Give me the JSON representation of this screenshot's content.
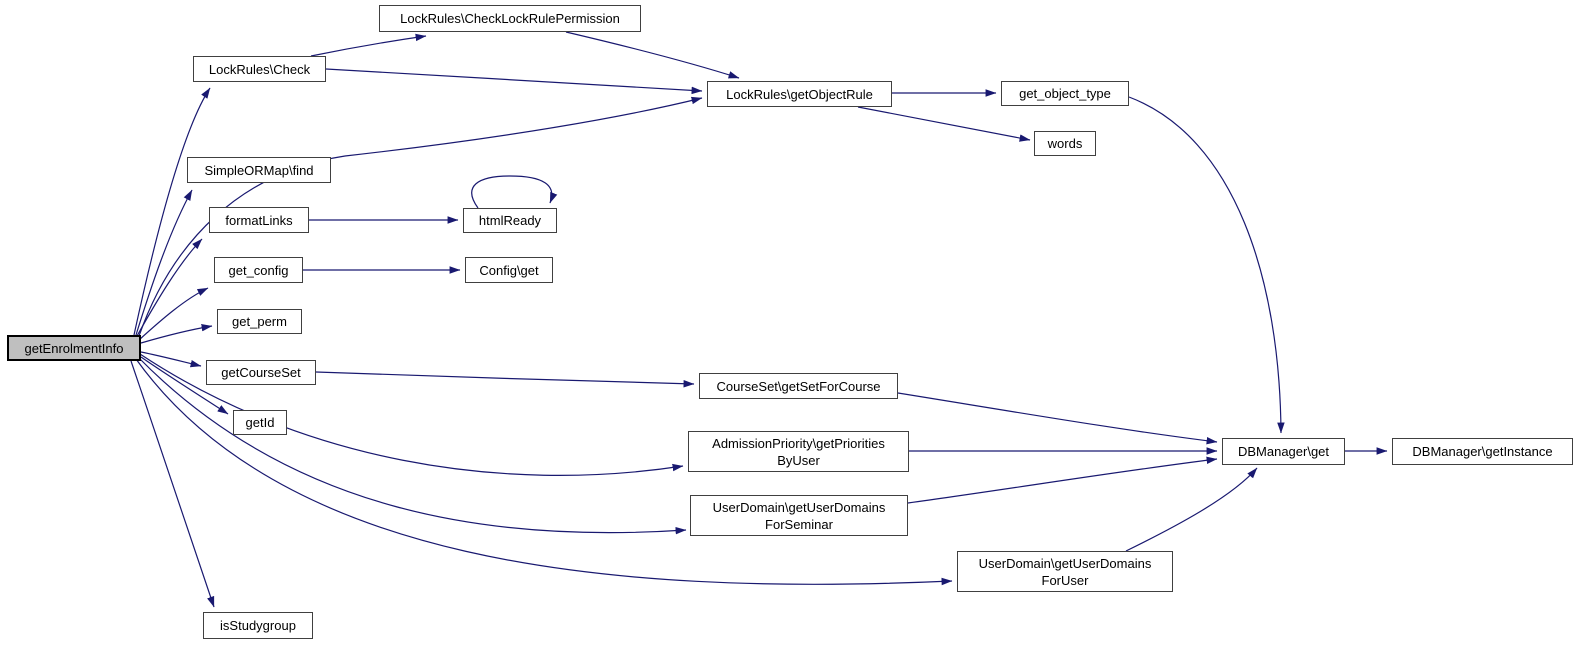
{
  "diagram": {
    "type": "call-graph",
    "edge_color": "#191970",
    "node_border_color": "#404040",
    "highlight_fill": "#bfbfbf",
    "nodes": {
      "get_enrolment_info": {
        "label": "getEnrolmentInfo",
        "highlighted": true
      },
      "lockrules_check": {
        "label": "LockRules\\Check"
      },
      "lockrules_checklockrulepermission": {
        "label": "LockRules\\CheckLockRulePermission"
      },
      "lockrules_getobjectrule": {
        "label": "LockRules\\getObjectRule"
      },
      "get_object_type": {
        "label": "get_object_type"
      },
      "words": {
        "label": "words"
      },
      "simpleormap_find": {
        "label": "SimpleORMap\\find"
      },
      "formatlinks": {
        "label": "formatLinks"
      },
      "htmlready": {
        "label": "htmlReady"
      },
      "get_config": {
        "label": "get_config"
      },
      "config_get": {
        "label": "Config\\get"
      },
      "get_perm": {
        "label": "get_perm"
      },
      "getcourseset": {
        "label": "getCourseSet"
      },
      "getid": {
        "label": "getId"
      },
      "courseset_getsetforcourse": {
        "label": "CourseSet\\getSetForCourse"
      },
      "admissionpriority_getprioritiesbyuser": {
        "line1": "AdmissionPriority\\getPriorities",
        "line2": "ByUser"
      },
      "userdomain_getuserdomainsforseminar": {
        "line1": "UserDomain\\getUserDomains",
        "line2": "ForSeminar"
      },
      "userdomain_getuserdomainsforuser": {
        "line1": "UserDomain\\getUserDomains",
        "line2": "ForUser"
      },
      "isstudygroup": {
        "label": "isStudygroup"
      },
      "dbmanager_get": {
        "label": "DBManager\\get"
      },
      "dbmanager_getinstance": {
        "label": "DBManager\\getInstance"
      }
    },
    "edges": [
      {
        "from": "getEnrolmentInfo",
        "to": "LockRules\\Check"
      },
      {
        "from": "getEnrolmentInfo",
        "to": "LockRules\\getObjectRule"
      },
      {
        "from": "getEnrolmentInfo",
        "to": "SimpleORMap\\find"
      },
      {
        "from": "getEnrolmentInfo",
        "to": "formatLinks"
      },
      {
        "from": "getEnrolmentInfo",
        "to": "get_config"
      },
      {
        "from": "getEnrolmentInfo",
        "to": "get_perm"
      },
      {
        "from": "getEnrolmentInfo",
        "to": "getCourseSet"
      },
      {
        "from": "getEnrolmentInfo",
        "to": "getId"
      },
      {
        "from": "getEnrolmentInfo",
        "to": "AdmissionPriority\\getPrioritiesByUser"
      },
      {
        "from": "getEnrolmentInfo",
        "to": "UserDomain\\getUserDomainsForSeminar"
      },
      {
        "from": "getEnrolmentInfo",
        "to": "UserDomain\\getUserDomainsForUser"
      },
      {
        "from": "getEnrolmentInfo",
        "to": "isStudygroup"
      },
      {
        "from": "LockRules\\Check",
        "to": "LockRules\\CheckLockRulePermission"
      },
      {
        "from": "LockRules\\Check",
        "to": "LockRules\\getObjectRule"
      },
      {
        "from": "LockRules\\CheckLockRulePermission",
        "to": "LockRules\\getObjectRule"
      },
      {
        "from": "LockRules\\getObjectRule",
        "to": "get_object_type"
      },
      {
        "from": "LockRules\\getObjectRule",
        "to": "words"
      },
      {
        "from": "get_object_type",
        "to": "DBManager\\get"
      },
      {
        "from": "formatLinks",
        "to": "htmlReady"
      },
      {
        "from": "htmlReady",
        "to": "htmlReady"
      },
      {
        "from": "get_config",
        "to": "Config\\get"
      },
      {
        "from": "getCourseSet",
        "to": "CourseSet\\getSetForCourse"
      },
      {
        "from": "CourseSet\\getSetForCourse",
        "to": "DBManager\\get"
      },
      {
        "from": "AdmissionPriority\\getPrioritiesByUser",
        "to": "DBManager\\get"
      },
      {
        "from": "UserDomain\\getUserDomainsForSeminar",
        "to": "DBManager\\get"
      },
      {
        "from": "UserDomain\\getUserDomainsForUser",
        "to": "DBManager\\get"
      },
      {
        "from": "DBManager\\get",
        "to": "DBManager\\getInstance"
      }
    ]
  }
}
